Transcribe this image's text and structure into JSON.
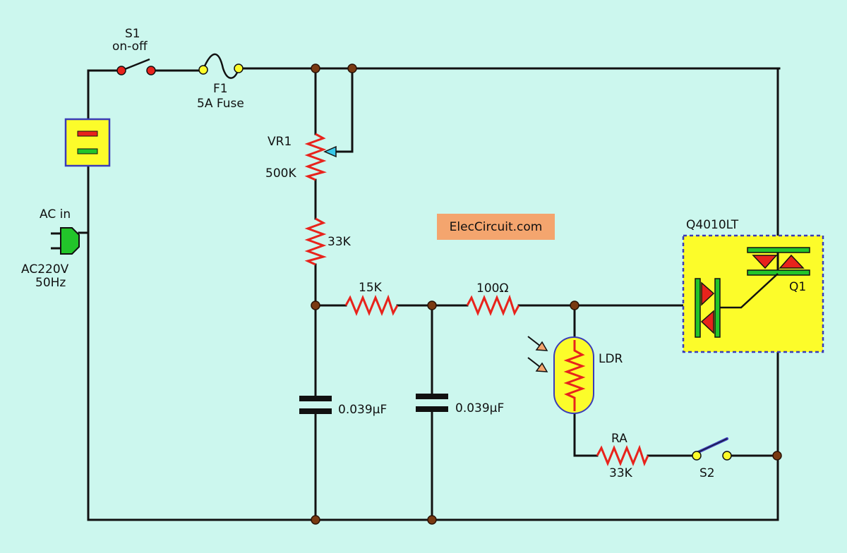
{
  "colors": {
    "background": "#ccf7ee",
    "wire": "#111111",
    "resistor": "#e8231c",
    "node": "#7a3a12",
    "triac_body": "#22c52a",
    "module_fill": "#fcfc2a",
    "module_border": "#3b3bb8",
    "brand_box": "#f4a56e"
  },
  "labels": {
    "s1_name": "S1",
    "s1_desc": "on-off",
    "f1_name": "F1",
    "f1_desc": "5A Fuse",
    "vr1_name": "VR1",
    "vr1_value": "500K",
    "r_33k": "33K",
    "r_15k": "15K",
    "r_100": "100Ω",
    "ac_in": "AC in",
    "ac_voltage": "AC220V",
    "ac_freq": "50Hz",
    "brand": "ElecCircuit.com",
    "triac_part": "Q4010LT",
    "q1": "Q1",
    "c1_value": "0.039μF",
    "c2_value": "0.039μF",
    "ldr": "LDR",
    "ra_name": "RA",
    "ra_value": "33K",
    "s2": "S2"
  }
}
